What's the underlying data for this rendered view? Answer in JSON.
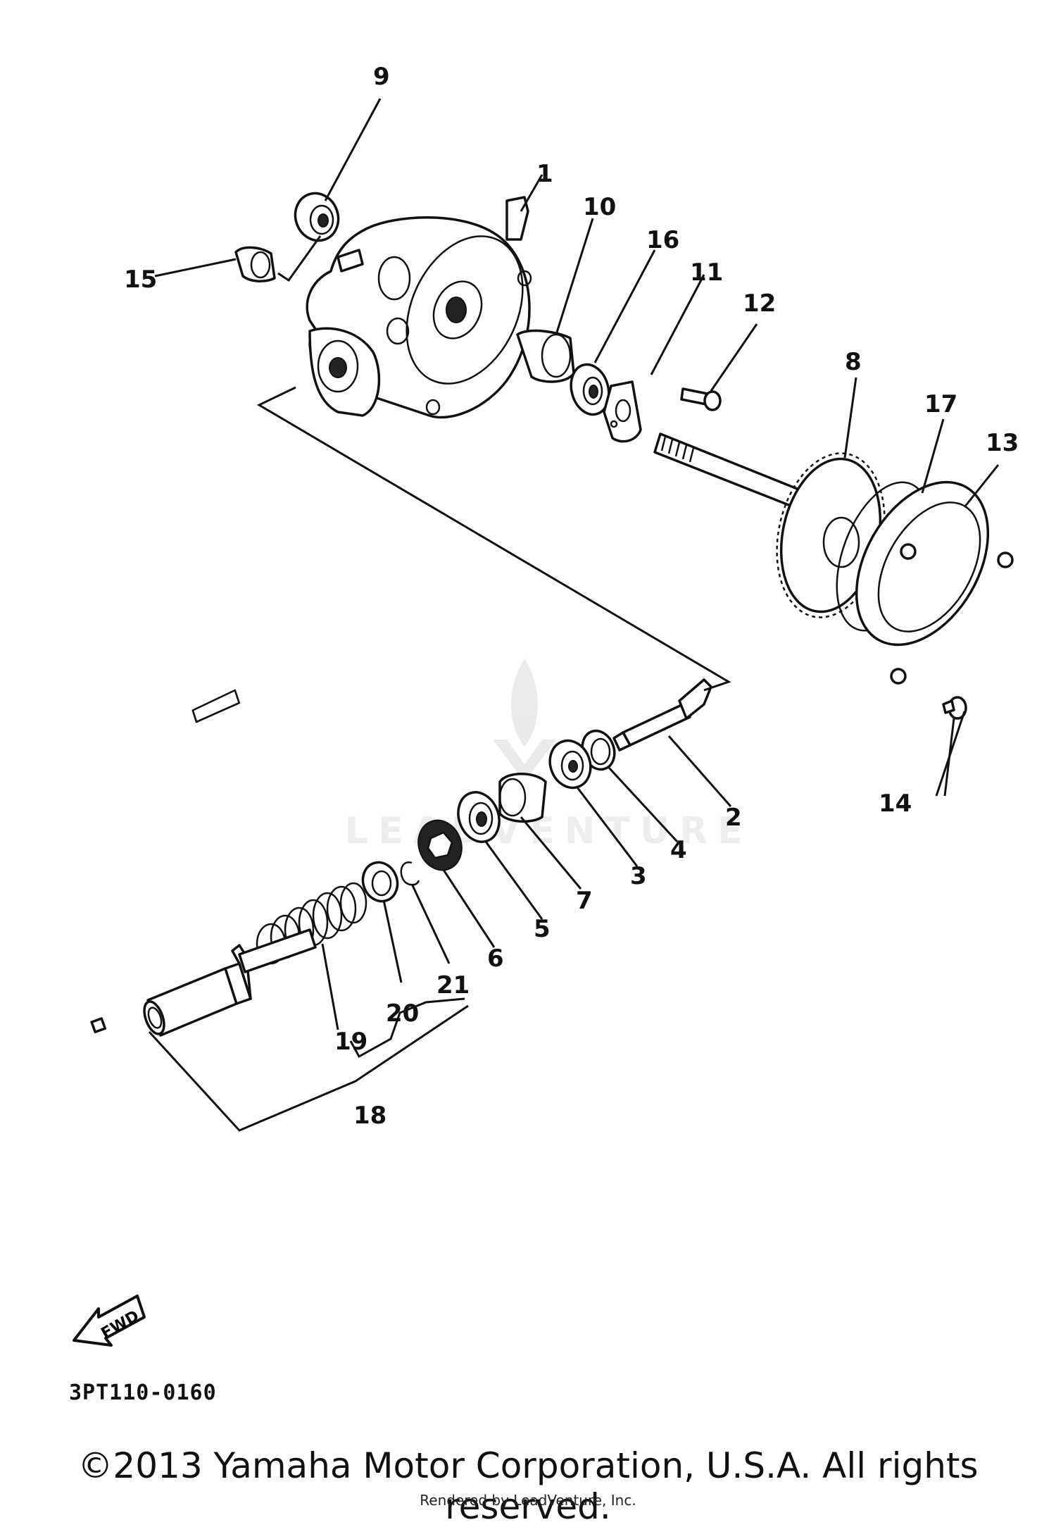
{
  "diagram": {
    "code": "3PT110-0160",
    "fwd_label": "FWD",
    "callouts": [
      "1",
      "2",
      "3",
      "4",
      "5",
      "6",
      "7",
      "8",
      "9",
      "10",
      "11",
      "12",
      "13",
      "14",
      "15",
      "16",
      "17",
      "18",
      "19",
      "20",
      "21"
    ]
  },
  "footer": {
    "copyright": "©2013 Yamaha Motor Corporation, U.S.A. All rights reserved.",
    "rendered_by": "Rendered by LeadVenture, Inc."
  },
  "watermark": {
    "text": "LEADVENTURE"
  }
}
